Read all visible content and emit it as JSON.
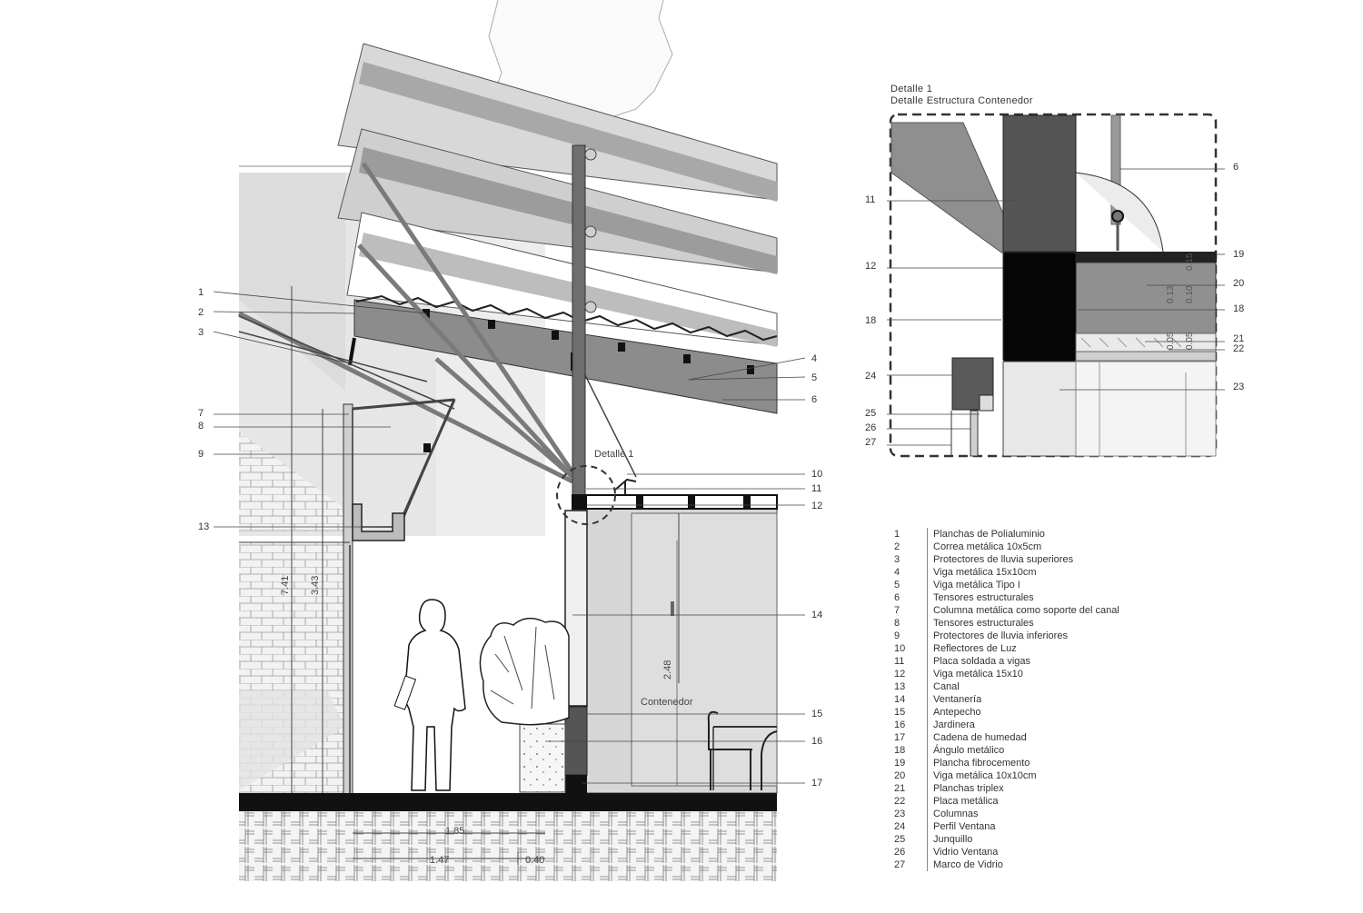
{
  "section": {
    "callouts_left": [
      "1",
      "2",
      "3",
      "7",
      "8",
      "9",
      "13"
    ],
    "callouts_right": [
      "4",
      "5",
      "6",
      "10",
      "11",
      "12",
      "14",
      "15",
      "16",
      "17"
    ],
    "detail_marker": "Detalle 1",
    "room_label": "Contenedor",
    "dimensions": {
      "height_1": "7.41",
      "height_2": "3.43",
      "height_3": "2.48",
      "width_total": "1.85",
      "width_a": "1.47",
      "width_b": "0.40"
    }
  },
  "detail": {
    "heading": "Detalle 1",
    "subheading": "Detalle Estructura Contenedor",
    "callouts_left": [
      "11",
      "12",
      "18",
      "24",
      "25",
      "26",
      "27"
    ],
    "callouts_right": [
      "6",
      "19",
      "20",
      "18",
      "21",
      "22",
      "23"
    ],
    "dims": [
      "0.15",
      "0.13",
      "0.10",
      "0.05",
      "0.05"
    ]
  },
  "legend": [
    {
      "num": "1",
      "text": "Planchas de Polialuminio"
    },
    {
      "num": "2",
      "text": "Correa metálica 10x5cm"
    },
    {
      "num": "3",
      "text": "Protectores de lluvia superiores"
    },
    {
      "num": "4",
      "text": "Viga metálica 15x10cm"
    },
    {
      "num": "5",
      "text": "Viga metálica Tipo I"
    },
    {
      "num": "6",
      "text": "Tensores estructurales"
    },
    {
      "num": "7",
      "text": "Columna metálica como soporte del canal"
    },
    {
      "num": "8",
      "text": "Tensores estructurales"
    },
    {
      "num": "9",
      "text": "Protectores de lluvia inferiores"
    },
    {
      "num": "10",
      "text": "Reflectores de Luz"
    },
    {
      "num": "11",
      "text": "Placa soldada a vigas"
    },
    {
      "num": "12",
      "text": "Viga metálica 15x10"
    },
    {
      "num": "13",
      "text": "Canal"
    },
    {
      "num": "14",
      "text": "Ventanería"
    },
    {
      "num": "15",
      "text": "Antepecho"
    },
    {
      "num": "16",
      "text": "Jardinera"
    },
    {
      "num": "17",
      "text": "Cadena de humedad"
    },
    {
      "num": "18",
      "text": "Ángulo metálico"
    },
    {
      "num": "19",
      "text": "Plancha fibrocemento"
    },
    {
      "num": "20",
      "text": "Viga metálica 10x10cm"
    },
    {
      "num": "21",
      "text": "Planchas triplex"
    },
    {
      "num": "22",
      "text": "Placa metálica"
    },
    {
      "num": "23",
      "text": "Columnas"
    },
    {
      "num": "24",
      "text": "Perfil Ventana"
    },
    {
      "num": "25",
      "text": "Junquillo"
    },
    {
      "num": "26",
      "text": "Vidrio Ventana"
    },
    {
      "num": "27",
      "text": "Marco de Vidrio"
    }
  ]
}
